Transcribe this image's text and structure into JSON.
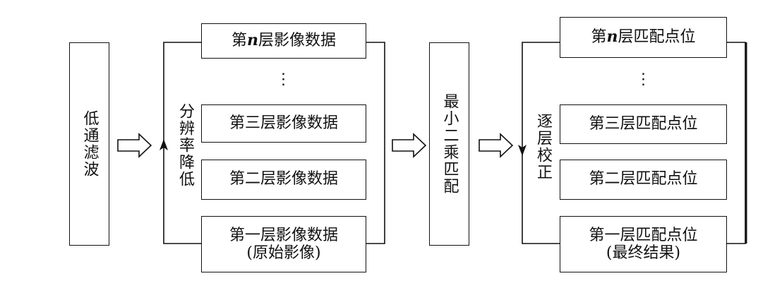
{
  "filter": {
    "label": "低通滤波"
  },
  "pyramid": {
    "side_label": "分辨率降低",
    "ellipsis": "⋮",
    "levels": [
      {
        "prefix": "第",
        "n": "n",
        "suffix": "层影像数据"
      },
      {
        "text": "第三层影像数据"
      },
      {
        "text": "第二层影像数据"
      },
      {
        "line1": "第一层影像数据",
        "line2": "(原始影像)"
      }
    ]
  },
  "match": {
    "label": "最小二乘匹配"
  },
  "results": {
    "side_label": "逐层校正",
    "ellipsis": "⋮",
    "levels": [
      {
        "prefix": "第",
        "n": "n",
        "suffix": "层匹配点位"
      },
      {
        "text": "第三层匹配点位"
      },
      {
        "text": "第二层匹配点位"
      },
      {
        "line1": "第一层匹配点位",
        "line2": "(最终结果)"
      }
    ]
  }
}
